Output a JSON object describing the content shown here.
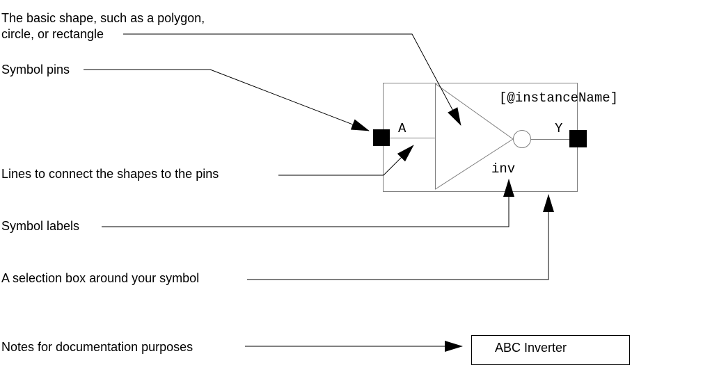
{
  "callouts": {
    "basic_shape_line1": "The basic shape, such as a polygon,",
    "basic_shape_line2": "circle, or rectangle",
    "symbol_pins": "Symbol pins",
    "connect_lines": "Lines to connect the shapes to the pins",
    "symbol_labels": "Symbol labels",
    "selection_box": "A selection box around your symbol",
    "notes": "Notes for documentation purposes"
  },
  "symbol": {
    "instance_name_label": "[@instanceName]",
    "cell_label": "inv",
    "input_pin_name": "A",
    "output_pin_name": "Y",
    "shape": "inverter"
  },
  "note_box": {
    "text": "ABC Inverter"
  },
  "colors": {
    "ink": "#000000",
    "symbol_stroke": "#808080",
    "pin_fill": "#000000"
  }
}
